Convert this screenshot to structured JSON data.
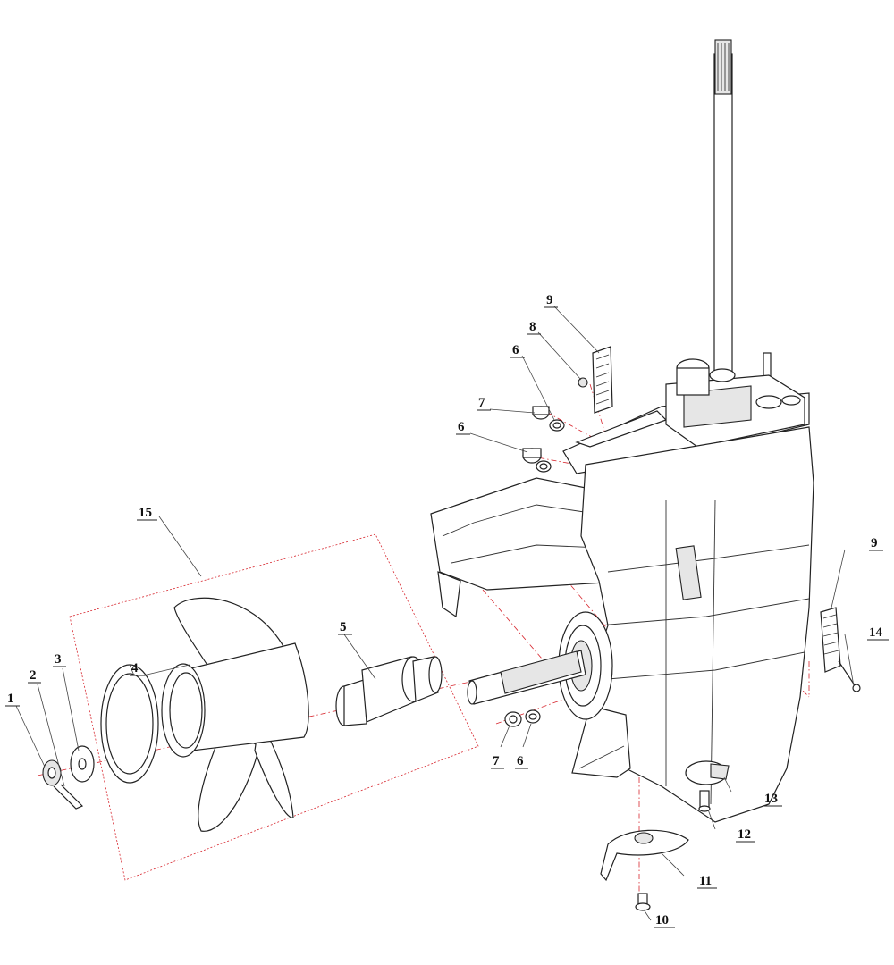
{
  "diagram": {
    "callouts": [
      {
        "id": "c1",
        "label": "1"
      },
      {
        "id": "c2",
        "label": "2"
      },
      {
        "id": "c3",
        "label": "3"
      },
      {
        "id": "c4",
        "label": "4"
      },
      {
        "id": "c5",
        "label": "5"
      },
      {
        "id": "c6a",
        "label": "6"
      },
      {
        "id": "c6b",
        "label": "6"
      },
      {
        "id": "c6c",
        "label": "6"
      },
      {
        "id": "c7a",
        "label": "7"
      },
      {
        "id": "c7b",
        "label": "7"
      },
      {
        "id": "c8",
        "label": "8"
      },
      {
        "id": "c9a",
        "label": "9"
      },
      {
        "id": "c9b",
        "label": "9"
      },
      {
        "id": "c10",
        "label": "10"
      },
      {
        "id": "c11",
        "label": "11"
      },
      {
        "id": "c12",
        "label": "12"
      },
      {
        "id": "c13",
        "label": "13"
      },
      {
        "id": "c14",
        "label": "14"
      },
      {
        "id": "c15",
        "label": "15"
      }
    ]
  }
}
